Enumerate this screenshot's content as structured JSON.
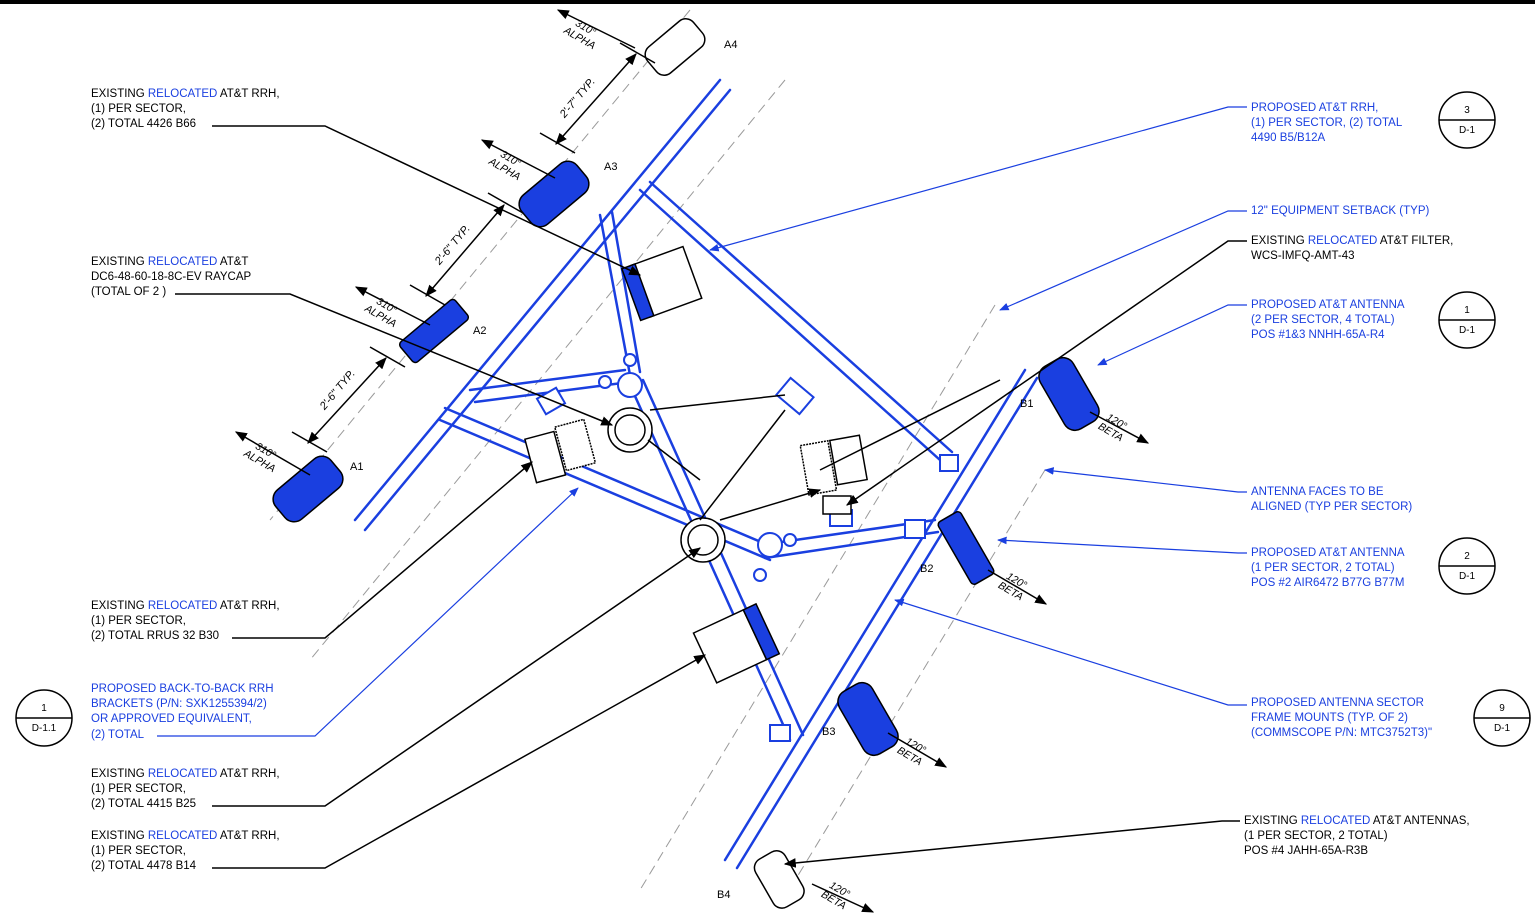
{
  "notes": {
    "rrh_4426": {
      "l1_pre": "EXISTING ",
      "l1_blue": "RELOCATED",
      "l1_post": " AT&T RRH,",
      "l2": "(1) PER SECTOR,",
      "l3": "(2) TOTAL 4426 B66"
    },
    "raycap": {
      "l1_pre": "EXISTING ",
      "l1_blue": "RELOCATED",
      "l1_post": " AT&T",
      "l2": "DC6-48-60-18-8C-EV RAYCAP",
      "l3": "(TOTAL OF 2 )"
    },
    "rrh_rrus32": {
      "l1_pre": "EXISTING ",
      "l1_blue": "RELOCATED",
      "l1_post": " AT&T RRH,",
      "l2": "(1) PER SECTOR,",
      "l3": "(2) TOTAL RRUS 32 B30"
    },
    "brackets": {
      "l1": "PROPOSED BACK-TO-BACK RRH",
      "l2": "BRACKETS (P/N: SXK1255394/2)",
      "l3": "OR APPROVED EQUIVALENT,",
      "l4": "(2) TOTAL"
    },
    "rrh_4415": {
      "l1_pre": "EXISTING ",
      "l1_blue": "RELOCATED",
      "l1_post": " AT&T RRH,",
      "l2": "(1) PER SECTOR,",
      "l3": "(2) TOTAL 4415 B25"
    },
    "rrh_4478": {
      "l1_pre": "EXISTING ",
      "l1_blue": "RELOCATED",
      "l1_post": " AT&T RRH,",
      "l2": "(1) PER SECTOR,",
      "l3": "(2) TOTAL 4478 B14"
    },
    "prop_rrh": {
      "l1": "PROPOSED AT&T RRH,",
      "l2": "(1) PER SECTOR, (2) TOTAL",
      "l3": "4490 B5/B12A"
    },
    "setback": {
      "l1": "12\" EQUIPMENT SETBACK (TYP)"
    },
    "filter": {
      "l1_pre": "EXISTING ",
      "l1_blue": "RELOCATED",
      "l1_post": " AT&T FILTER,",
      "l2": "WCS-IMFQ-AMT-43"
    },
    "prop_ant_2": {
      "l1": "PROPOSED AT&T ANTENNA",
      "l2": "(2 PER SECTOR, 4 TOTAL)",
      "l3": "POS #1&3 NNHH-65A-R4"
    },
    "faces": {
      "l1": "ANTENNA FACES TO BE",
      "l2": "ALIGNED (TYP PER SECTOR)"
    },
    "prop_ant_1": {
      "l1": "PROPOSED AT&T ANTENNA",
      "l2": "(1 PER SECTOR, 2 TOTAL)",
      "l3": "POS #2 AIR6472 B77G B77M"
    },
    "frame": {
      "l1": "PROPOSED ANTENNA SECTOR",
      "l2": "FRAME MOUNTS (TYP. OF 2)",
      "l3": "(COMMSCOPE P/N: MTC3752T3)\""
    },
    "ex_ant": {
      "l1_pre": "EXISTING ",
      "l1_blue": "RELOCATED",
      "l1_post": " AT&T ANTENNAS,",
      "l2": "(1 PER SECTOR, 2 TOTAL)",
      "l3": "POS #4 JAHH-65A-R3B"
    }
  },
  "bubbles": {
    "b1": {
      "top": "3",
      "bottom": "D-1"
    },
    "b2": {
      "top": "1",
      "bottom": "D-1"
    },
    "b3": {
      "top": "2",
      "bottom": "D-1"
    },
    "b4": {
      "top": "9",
      "bottom": "D-1"
    },
    "b5": {
      "top": "1",
      "bottom": "D-1.1"
    }
  },
  "positions": {
    "a1": "A1",
    "a2": "A2",
    "a3": "A3",
    "a4": "A4",
    "b1": "B1",
    "b2": "B2",
    "b3": "B3",
    "b4": "B4"
  },
  "azimuths": {
    "alpha_deg": "310°",
    "alpha_name": "ALPHA",
    "beta_deg": "120°",
    "beta_name": "BETA"
  },
  "dimensions": {
    "d1": "2'-7\" TYP.",
    "d2": "2'-6\" TYP.",
    "d3": "2'-6\" TYP."
  },
  "colors": {
    "blue": "#1a3fe0",
    "black": "#000000",
    "dash": "#9a9a9a"
  }
}
